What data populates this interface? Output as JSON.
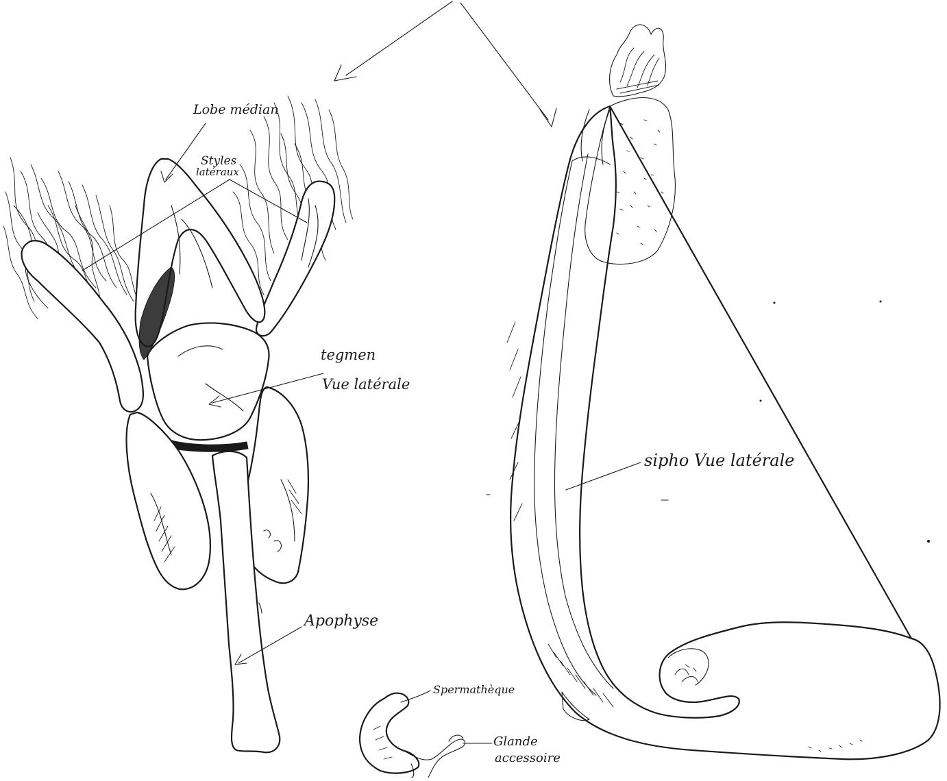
{
  "labels": {
    "lobe_median": "Lobe médian",
    "styles_line1": "Styles",
    "styles_line2": "latéraux",
    "tegmen_line1": "tegmen",
    "tegmen_line2": "Vue latérale",
    "apophyse": "Apophyse",
    "sipho": "sipho Vue latérale",
    "spermatheque": "Spermathèque",
    "glande_line1": "Glande",
    "glande_line2": "accessoire"
  }
}
